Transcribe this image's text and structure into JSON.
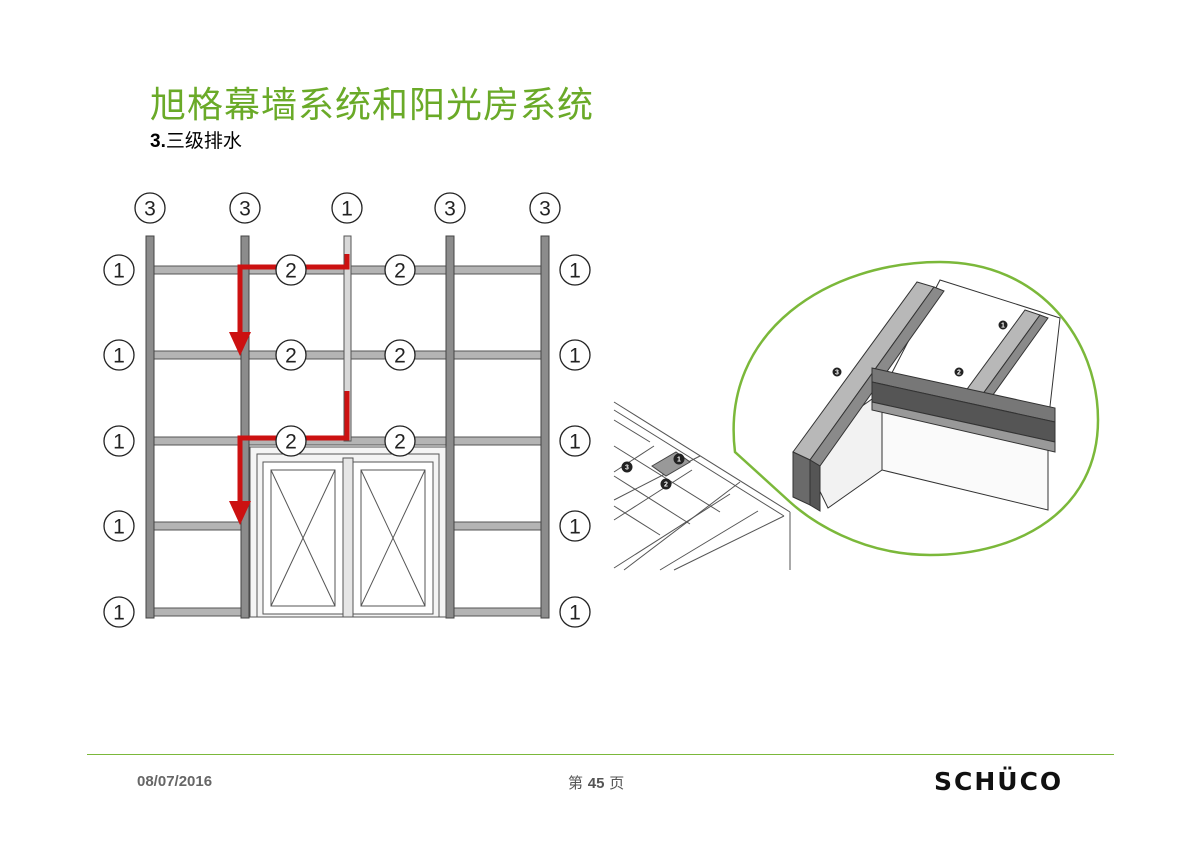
{
  "header": {
    "title": "旭格幕墙系统和阳光房系统",
    "subtitle_num": "3.",
    "subtitle_text": "三级排水"
  },
  "diagram": {
    "top_labels": [
      "3",
      "3",
      "1",
      "3",
      "3"
    ],
    "left_labels": [
      "1",
      "1",
      "1",
      "1",
      "1"
    ],
    "right_labels": [
      "1",
      "1",
      "1",
      "1",
      "1"
    ],
    "transom_labels": [
      "2",
      "2",
      "2",
      "2",
      "2",
      "2"
    ],
    "inset_labels": [
      "3",
      "2",
      "1"
    ],
    "detail_labels": [
      "3",
      "2",
      "1"
    ],
    "colors": {
      "mullion": "#8a8a8a",
      "transom": "#b0b0b0",
      "arrow": "#cc1111",
      "highlight_circle": "#7bb83a"
    }
  },
  "footer": {
    "date": "08/07/2016",
    "page_prefix": "第 ",
    "page_number": "45",
    "page_suffix": " 页",
    "logo": "SCHÜCO"
  }
}
